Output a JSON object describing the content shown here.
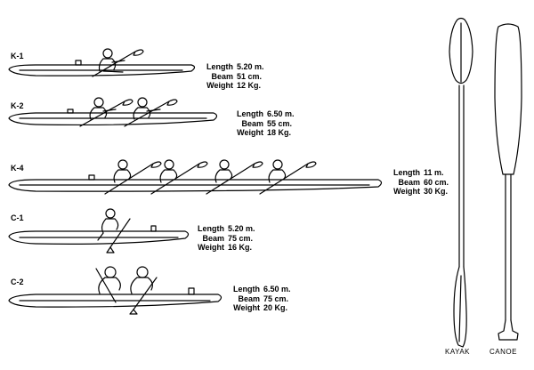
{
  "boats": [
    {
      "code": "K-1",
      "length_label": "Length",
      "length": "5.20 m.",
      "beam_label": "Beam",
      "beam": "51 cm.",
      "weight_label": "Weight",
      "weight": "12 Kg."
    },
    {
      "code": "K-2",
      "length_label": "Length",
      "length": "6.50 m.",
      "beam_label": "Beam",
      "beam": "55 cm.",
      "weight_label": "Weight",
      "weight": "18 Kg."
    },
    {
      "code": "K-4",
      "length_label": "Length",
      "length": "11 m.",
      "beam_label": "Beam",
      "beam": "60 cm.",
      "weight_label": "Weight",
      "weight": "30 Kg."
    },
    {
      "code": "C-1",
      "length_label": "Length",
      "length": "5.20 m.",
      "beam_label": "Beam",
      "beam": "75 cm.",
      "weight_label": "Weight",
      "weight": "16 Kg."
    },
    {
      "code": "C-2",
      "length_label": "Length",
      "length": "6.50 m.",
      "beam_label": "Beam",
      "beam": "75 cm.",
      "weight_label": "Weight",
      "weight": "20 Kg."
    }
  ],
  "paddles": [
    {
      "label": "KAYAK"
    },
    {
      "label": "CANOE"
    }
  ]
}
